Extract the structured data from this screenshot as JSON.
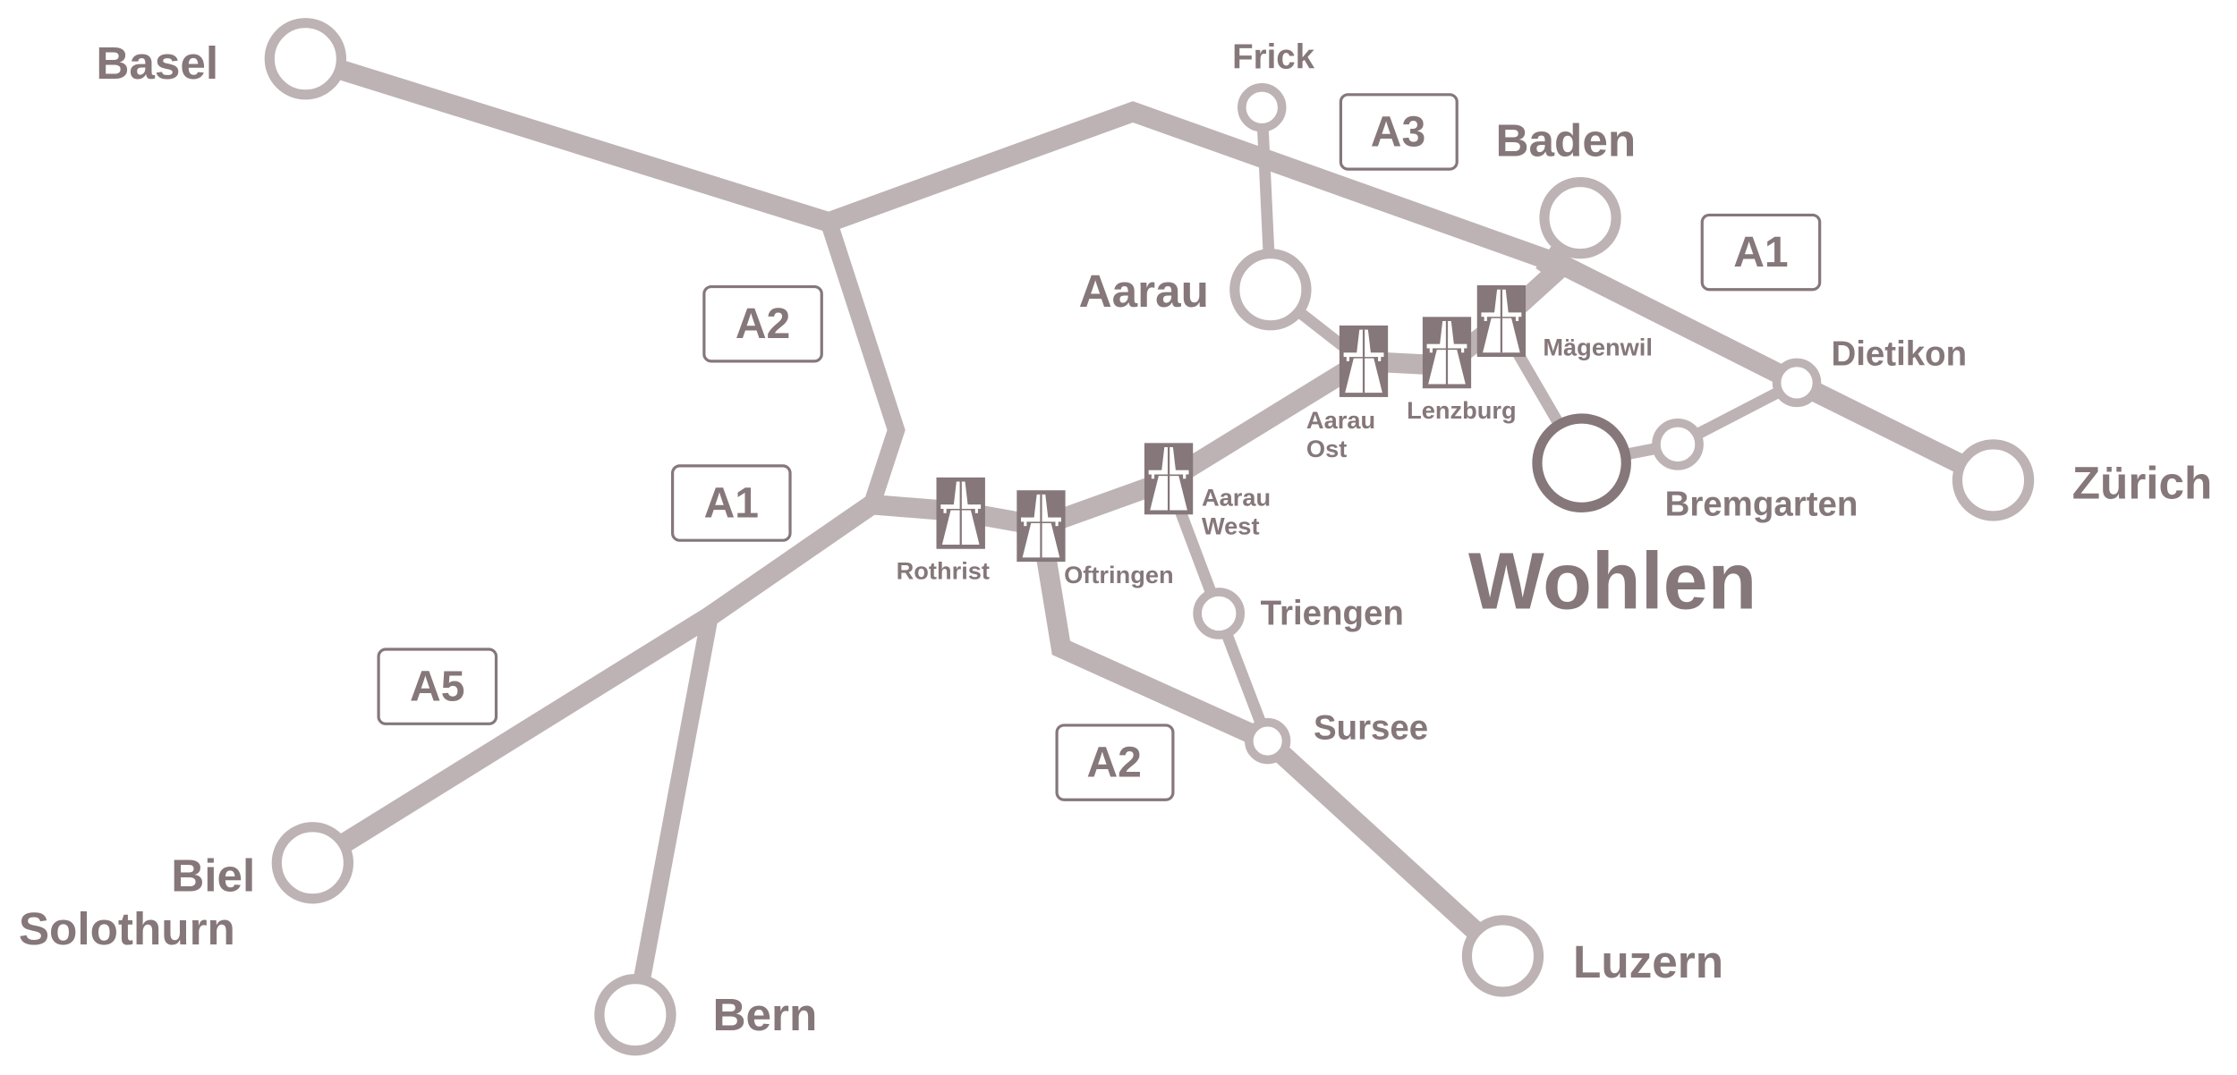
{
  "colors": {
    "road": "#bdb3b4",
    "text": "#85777a",
    "highlight": "#85777a"
  },
  "highway_labels": [
    "A3",
    "A1",
    "A2",
    "A1",
    "A5",
    "A2"
  ],
  "cities": {
    "basel": "Basel",
    "frick": "Frick",
    "baden": "Baden",
    "aarau": "Aarau",
    "dietikon": "Dietikon",
    "zurich": "Zürich",
    "bremgarten": "Bremgarten",
    "wohlen": "Wohlen",
    "triengen": "Triengen",
    "sursee": "Sursee",
    "luzern": "Luzern",
    "bern": "Bern",
    "biel": "Biel",
    "solothurn": "Solothurn"
  },
  "exits": {
    "magenwil": "Mägenwil",
    "lenzburg": "Lenzburg",
    "aarau_ost_1": "Aarau",
    "aarau_ost_2": "Ost",
    "aarau_west_1": "Aarau",
    "aarau_west_2": "West",
    "rothrist": "Rothrist",
    "oftringen": "Oftringen"
  },
  "icons": {
    "exit": "motorway-icon"
  }
}
